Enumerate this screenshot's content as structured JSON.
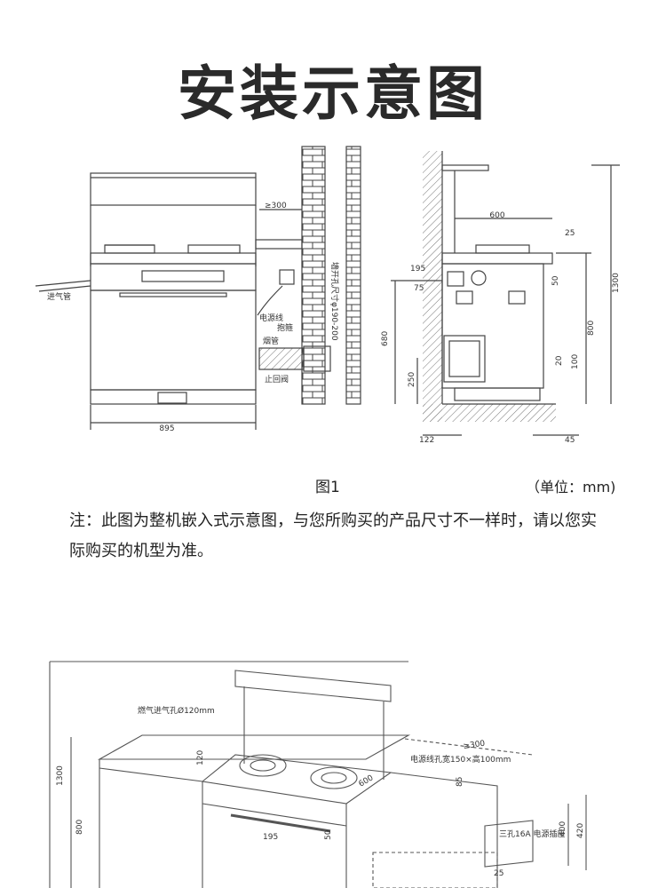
{
  "title": "安装示意图",
  "fig1": {
    "left": {
      "width_label": "895",
      "gap_label": "≥300",
      "gas_pipe": "进气管",
      "power_cord": "电源线",
      "clamp": "抱箍",
      "flue": "烟管",
      "check_valve": "止回阀",
      "wall_hole": "墙开孔尺寸φ190-200"
    },
    "right": {
      "d600": "600",
      "d25": "25",
      "d195": "195",
      "d75": "75",
      "d50": "50",
      "d1300": "1300",
      "d800": "800",
      "d680": "680",
      "d20": "20",
      "d100": "100",
      "d250": "250",
      "d122": "122",
      "d45": "45"
    },
    "caption": "图1",
    "unit": "（单位：mm)"
  },
  "note": "注：此图为整机嵌入式示意图，与您所购买的产品尺寸不一样时，请以您实际购买的机型为准。",
  "fig2": {
    "gas_hole": "燃气进气孔Ø120mm",
    "d1300": "1300",
    "d800": "800",
    "d120": "120",
    "d195": "195",
    "d50": "50",
    "d600": "600",
    "gap": "≥300",
    "cord_hole": "电源线孔宽150×高100mm",
    "d85": "85",
    "socket": "三孔16A\n电源插座",
    "d400": "400",
    "d420": "420",
    "d25": "25"
  }
}
